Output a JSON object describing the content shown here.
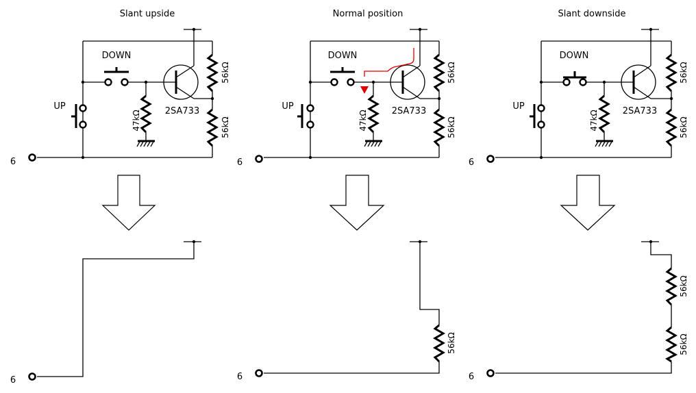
{
  "panels": [
    {
      "title": "Slant upside"
    },
    {
      "title": "Normal position"
    },
    {
      "title": "Slant downside"
    }
  ],
  "labels": {
    "down": "DOWN",
    "up": "UP",
    "transistor": "2SA733",
    "r47": "47kΩ",
    "r56": "56kΩ",
    "terminal": "6"
  },
  "colors": {
    "current_path": "#e00000"
  }
}
